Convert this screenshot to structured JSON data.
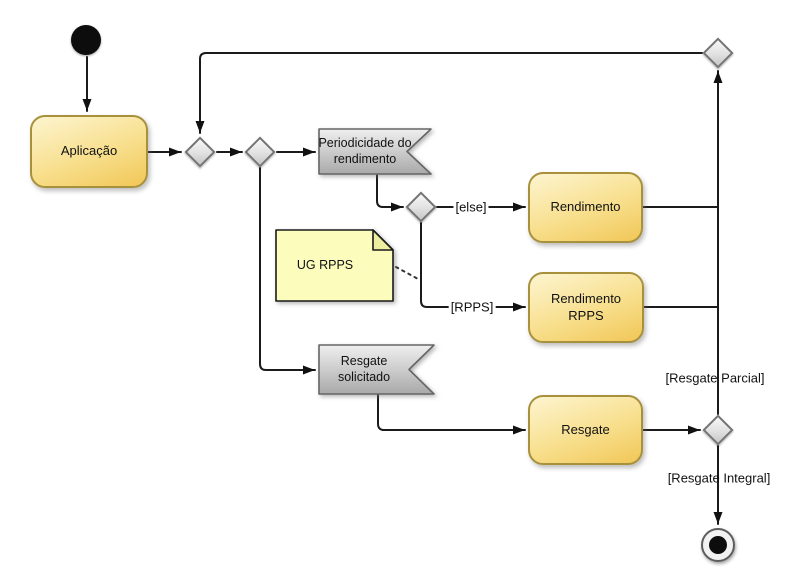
{
  "diagram": {
    "kind": "uml-activity-diagram",
    "nodes": {
      "aplicacao": {
        "label": "Aplicação"
      },
      "periodicidade_rendimento": {
        "label": "Periodicidade do rendimento"
      },
      "ug_rpps_note": {
        "label": "UG RPPS"
      },
      "rendimento": {
        "label": "Rendimento"
      },
      "rendimento_rpps": {
        "label": "Rendimento RPPS"
      },
      "resgate_solicitado": {
        "label": "Resgate solicitado"
      },
      "resgate": {
        "label": "Resgate"
      }
    },
    "edge_labels": {
      "else_branch": "[else]",
      "rpps_branch": "[RPPS]",
      "resgate_parcial": "[Resgate Parcial]",
      "resgate_integral": "[Resgate Integral]"
    },
    "colors": {
      "activity_fill_top": "#FDF5D0",
      "activity_fill_bottom": "#F1C757",
      "activity_border": "#A8913C",
      "signal_fill_top": "#EDEDED",
      "signal_fill_bottom": "#ABABAB",
      "signal_border": "#666666",
      "note_fill": "#FCFCBD",
      "note_border": "#1A1A1A",
      "decision_fill_top": "#F7F7F7",
      "decision_fill_bottom": "#C7C7C7",
      "decision_border": "#737373",
      "edge_line": "#1B1B1B",
      "background": "#FFFFFF"
    }
  }
}
